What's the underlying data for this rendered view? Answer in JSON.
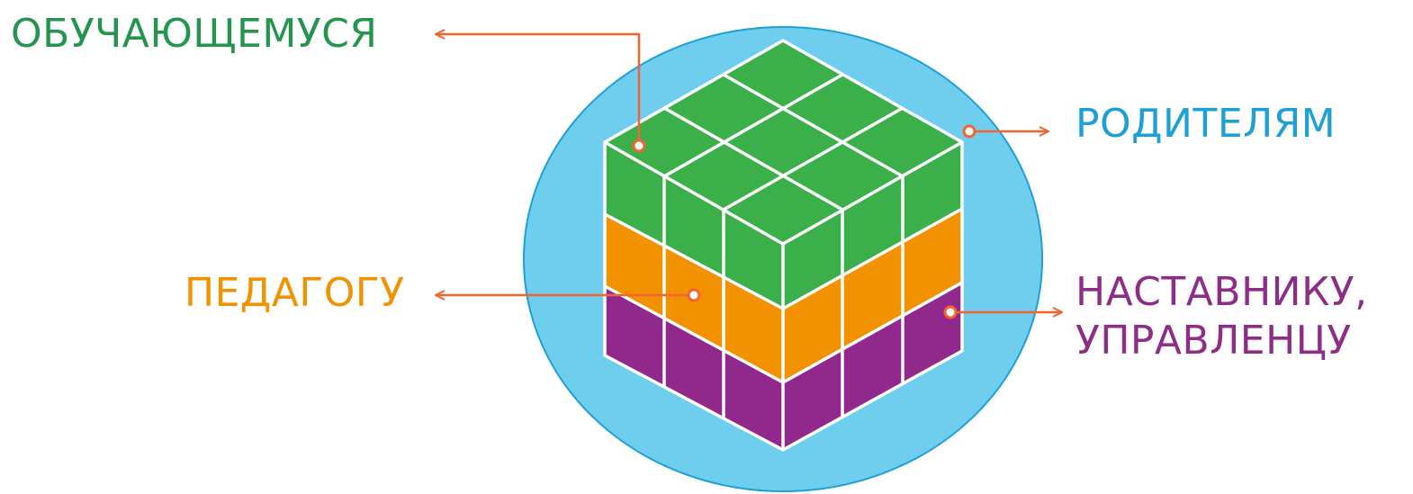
{
  "labels": {
    "student": "ОБУЧАЮЩЕМУСЯ",
    "parents": "РОДИТЕЛЯМ",
    "teacher": "ПЕДАГОГУ",
    "mentor_line1": "НАСТАВНИКУ,",
    "mentor_line2": "УПРАВЛЕНЦУ"
  },
  "colors": {
    "student": "#23954f",
    "parents": "#1e9fd6",
    "teacher": "#f39200",
    "mentor": "#8d2d88",
    "circle_fill": "#6fcdee",
    "circle_stroke": "#1ba0d8",
    "cube_top": "#3bb04a",
    "cube_green_side": "#3bb04a",
    "cube_orange": "#f39200",
    "cube_purple": "#91298d",
    "grid": "#ffffff",
    "connector": "#f26532"
  }
}
